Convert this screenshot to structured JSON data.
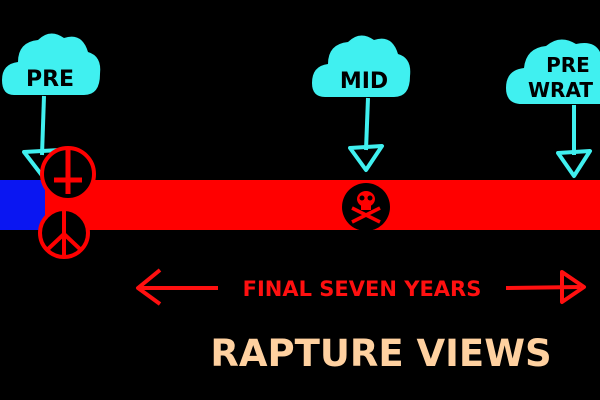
{
  "clouds": [
    {
      "label_lines": [
        "PRE"
      ]
    },
    {
      "label_lines": [
        "MID"
      ]
    },
    {
      "label_lines": [
        "PRE",
        "WRAT"
      ]
    }
  ],
  "timeline": {
    "caption": "FINAL SEVEN YEARS"
  },
  "title": "RAPTURE VIEWS",
  "symbols": {
    "cross": "inverted-cross-icon",
    "peace": "peace-sign-icon",
    "skull": "skull-crossbones-icon"
  },
  "colors": {
    "background": "#000000",
    "cloud": "#40f0f0",
    "cloud_text": "#000000",
    "arrow": "#40f0f0",
    "band_red": "#ff0000",
    "band_blue": "#0a16f2",
    "caption": "#ff1010",
    "title": "#ffd1a0",
    "symbol_ring": "#ff0000",
    "symbol_fill": "#000000"
  }
}
